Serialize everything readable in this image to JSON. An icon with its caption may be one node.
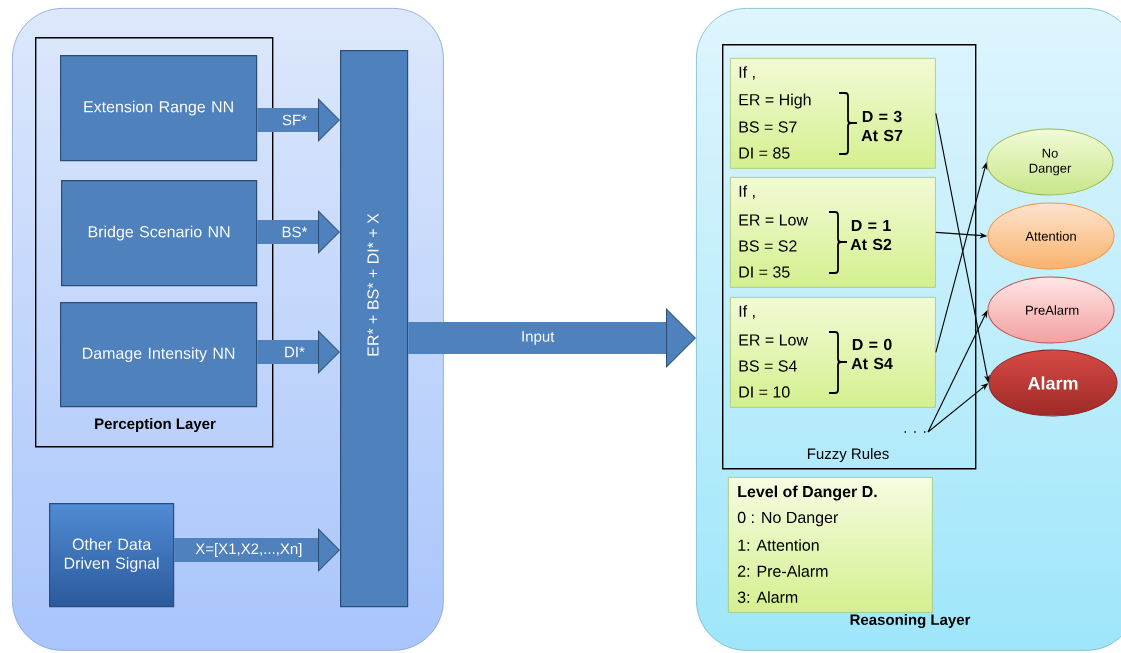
{
  "diagram": {
    "nodes": [
      {
        "text": [],
        "shape": "box"
      },
      {
        "text": [
          "Perception Layer"
        ],
        "in": 0
      },
      {
        "text": [
          "Extension Range NN"
        ],
        "in": 1
      },
      {
        "text": [
          "Bridge Scenario NN"
        ],
        "in": 1
      },
      {
        "text": [
          "Damage Intensity NN"
        ],
        "in": 1
      },
      {
        "text": [
          "Other Data Driven Signal"
        ],
        "in": 0
      },
      {
        "text": [
          "ER* + BS* + DI* + X"
        ],
        "in": 0
      },
      {
        "text": [
          "Reasoning Layer"
        ]
      },
      {
        "text": [
          "Fuzzy Rules"
        ],
        "in": 7
      },
      {
        "text": [
          "If ,",
          "ER = High",
          "BS = S7",
          "DI = 85",
          "D = 3 At S7"
        ],
        "in": 8
      },
      {
        "text": [
          "If ,",
          "ER = Low",
          "BS = S2",
          "DI = 35",
          "D = 1 At S2"
        ],
        "in": 8
      },
      {
        "text": [
          "If ,",
          "ER = Low",
          "BS = S4",
          "DI = 10",
          "D = 0 At S4"
        ],
        "in": 8
      },
      {
        "text": [
          ". . ."
        ],
        "in": 8
      },
      {
        "text": [
          "Level of Danger D.",
          "0 : No Danger",
          "1: Attention",
          "2: Pre-Alarm",
          "3: Alarm"
        ],
        "in": 7
      },
      {
        "text": [
          "No Danger"
        ],
        "in": 7
      },
      {
        "text": [
          "Attention"
        ],
        "in": 7
      },
      {
        "text": [
          "PreAlarm"
        ],
        "in": 7
      },
      {
        "text": [
          "Alarm"
        ],
        "in": 7
      }
    ],
    "edges": [
      {
        "from": 2,
        "to": 6,
        "arrow": "to",
        "label": "SF*",
        "style": "thick"
      },
      {
        "from": 3,
        "to": 6,
        "arrow": "to",
        "label": "BS*",
        "style": "thick"
      },
      {
        "from": 4,
        "to": 6,
        "arrow": "to",
        "label": "DI*",
        "style": "thick"
      },
      {
        "from": 5,
        "to": 6,
        "arrow": "to",
        "label": "X=[X1,X2,...,Xn]",
        "style": "thick"
      },
      {
        "from": 6,
        "to": 7,
        "arrow": "to",
        "label": "Input",
        "style": "thick"
      },
      {
        "from": 9,
        "to": 17,
        "arrow": "to",
        "color": "#000000"
      },
      {
        "from": 10,
        "to": 15,
        "arrow": "to",
        "color": "#000000"
      },
      {
        "from": 11,
        "to": 14,
        "arrow": "to",
        "color": "#000000"
      },
      {
        "from": 12,
        "to": 16,
        "arrow": "to",
        "color": "#000000"
      },
      {
        "from": 12,
        "to": 17,
        "arrow": "to",
        "color": "#000000"
      }
    ]
  }
}
